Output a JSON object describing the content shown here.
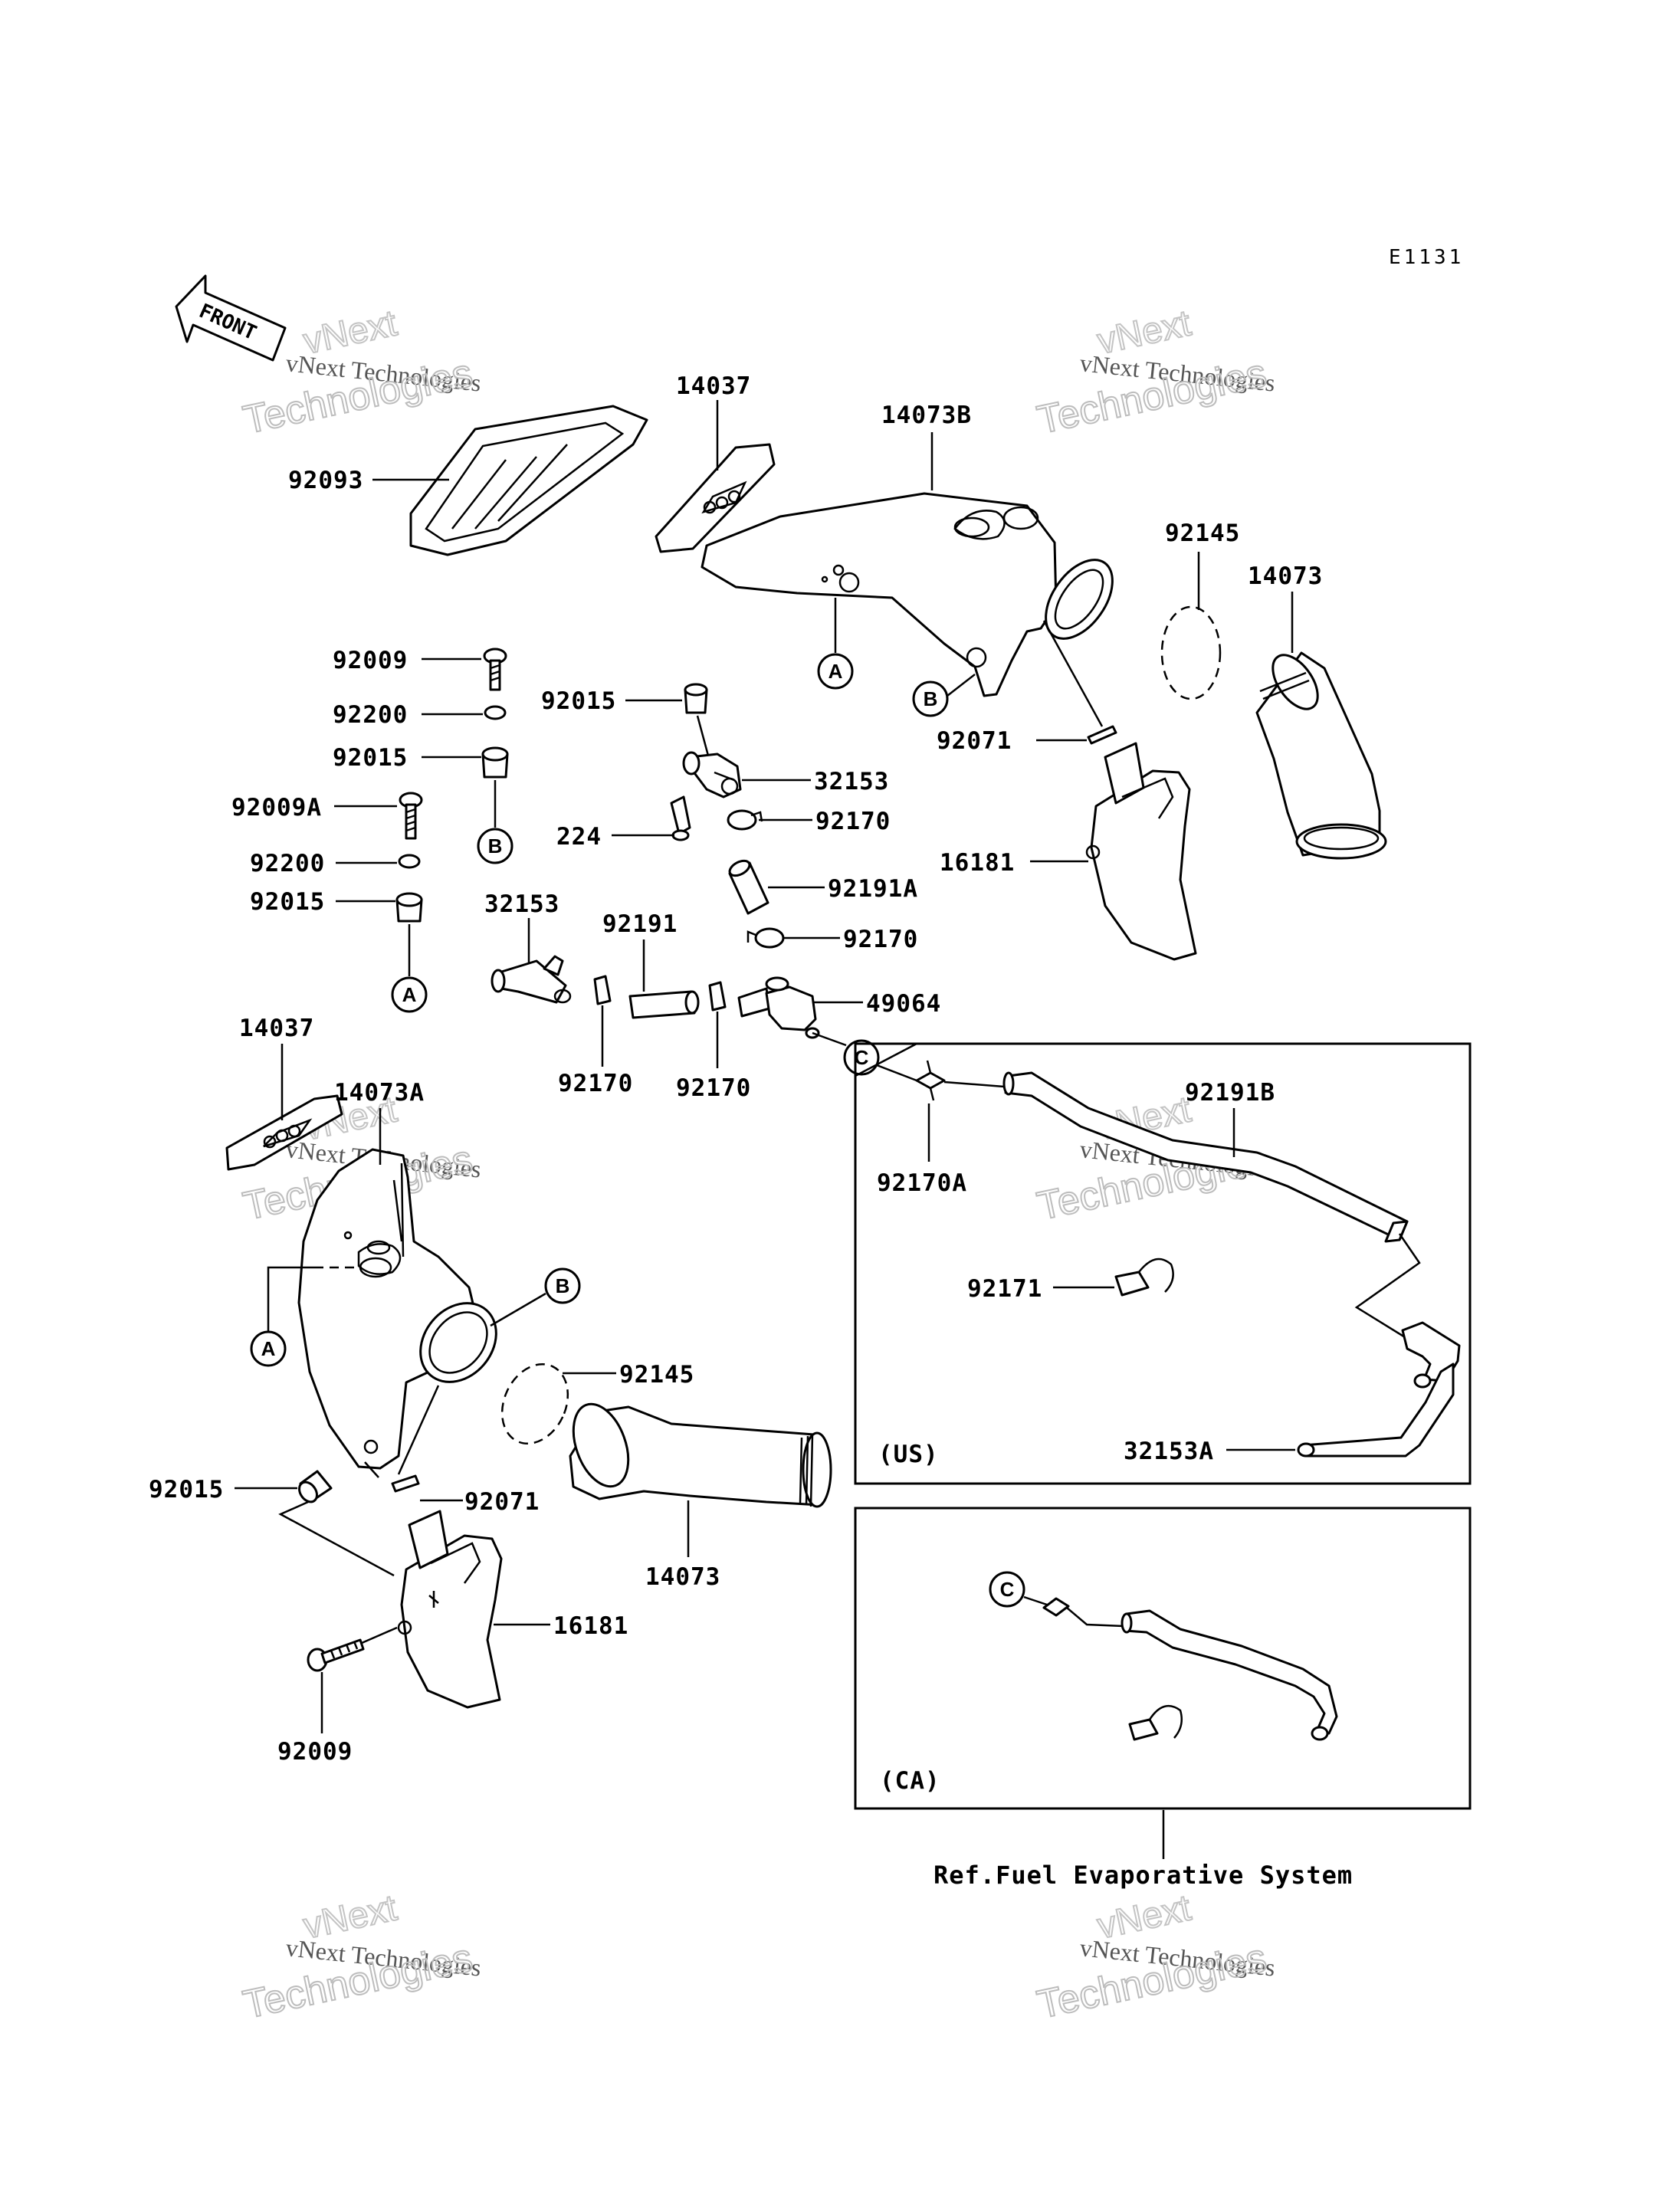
{
  "diagram_code": "E1131",
  "front_label": "FRONT",
  "watermark": {
    "line1": "vNext",
    "line2": "vNext Technologies",
    "line3": "Technologies"
  },
  "parts": {
    "p14037_top": "14037",
    "p14073B": "14073B",
    "p92093": "92093",
    "p92145_top": "92145",
    "p14073_top": "14073",
    "p92009_a": "92009",
    "p92200_a": "92200",
    "p92015_a": "92015",
    "p92009A": "92009A",
    "p92200_b": "92200",
    "p92015_b": "92015",
    "p92015_c": "92015",
    "p32153_a": "32153",
    "p224": "224",
    "p92170_a": "92170",
    "p92071_top": "92071",
    "p16181_top": "16181",
    "p92191A": "92191A",
    "p32153_b": "32153",
    "p92191": "92191",
    "p92170_b": "92170",
    "p49064": "49064",
    "p92170_c": "92170",
    "p92170_d": "92170",
    "p14037_bot": "14037",
    "p14073A": "14073A",
    "p92191B": "92191B",
    "p92170A": "92170A",
    "p92171": "92171",
    "p32153A": "32153A",
    "p92145_bot": "92145",
    "p92015_d": "92015",
    "p92071_bot": "92071",
    "p14073_bot": "14073",
    "p16181_bot": "16181",
    "p92009_b": "92009"
  },
  "markers": {
    "A": "A",
    "B": "B",
    "C": "C"
  },
  "boxes": {
    "us_label": "(US)",
    "ca_label": "(CA)"
  },
  "reference_note": "Ref.Fuel Evaporative System"
}
